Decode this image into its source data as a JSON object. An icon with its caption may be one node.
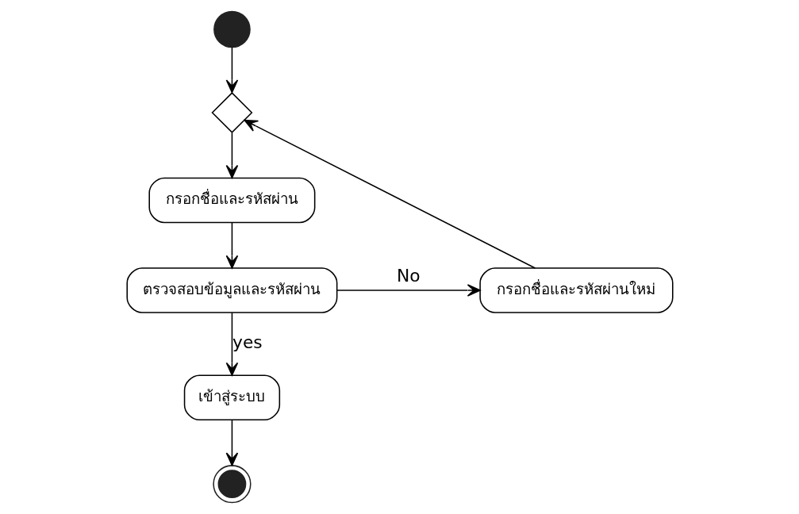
{
  "diagram": {
    "nodes": [
      {
        "text": [],
        "shape": "circle"
      },
      {
        "text": [],
        "shape": "diamond"
      },
      {
        "text": [
          "กรอกชื่อและรหัสผ่าน"
        ]
      },
      {
        "text": [
          "ตรวจสอบข้อมูลและรหัสผ่าน"
        ]
      },
      {
        "text": [
          "กรอกชื่อและรหัสผ่านใหม่"
        ]
      },
      {
        "text": [
          "เข้าสู่ระบบ"
        ]
      },
      {
        "text": [],
        "shape": "bullseye"
      }
    ],
    "edges": [
      {
        "from": 0,
        "to": 1,
        "arrow": "to"
      },
      {
        "from": 1,
        "to": 2,
        "arrow": "to"
      },
      {
        "from": 2,
        "to": 3,
        "arrow": "to"
      },
      {
        "from": 3,
        "to": 4,
        "arrow": "to",
        "label": "No"
      },
      {
        "from": 4,
        "to": 1,
        "arrow": "to"
      },
      {
        "from": 3,
        "to": 5,
        "arrow": "to",
        "label": "yes"
      },
      {
        "from": 5,
        "to": 6,
        "arrow": "to"
      }
    ]
  }
}
